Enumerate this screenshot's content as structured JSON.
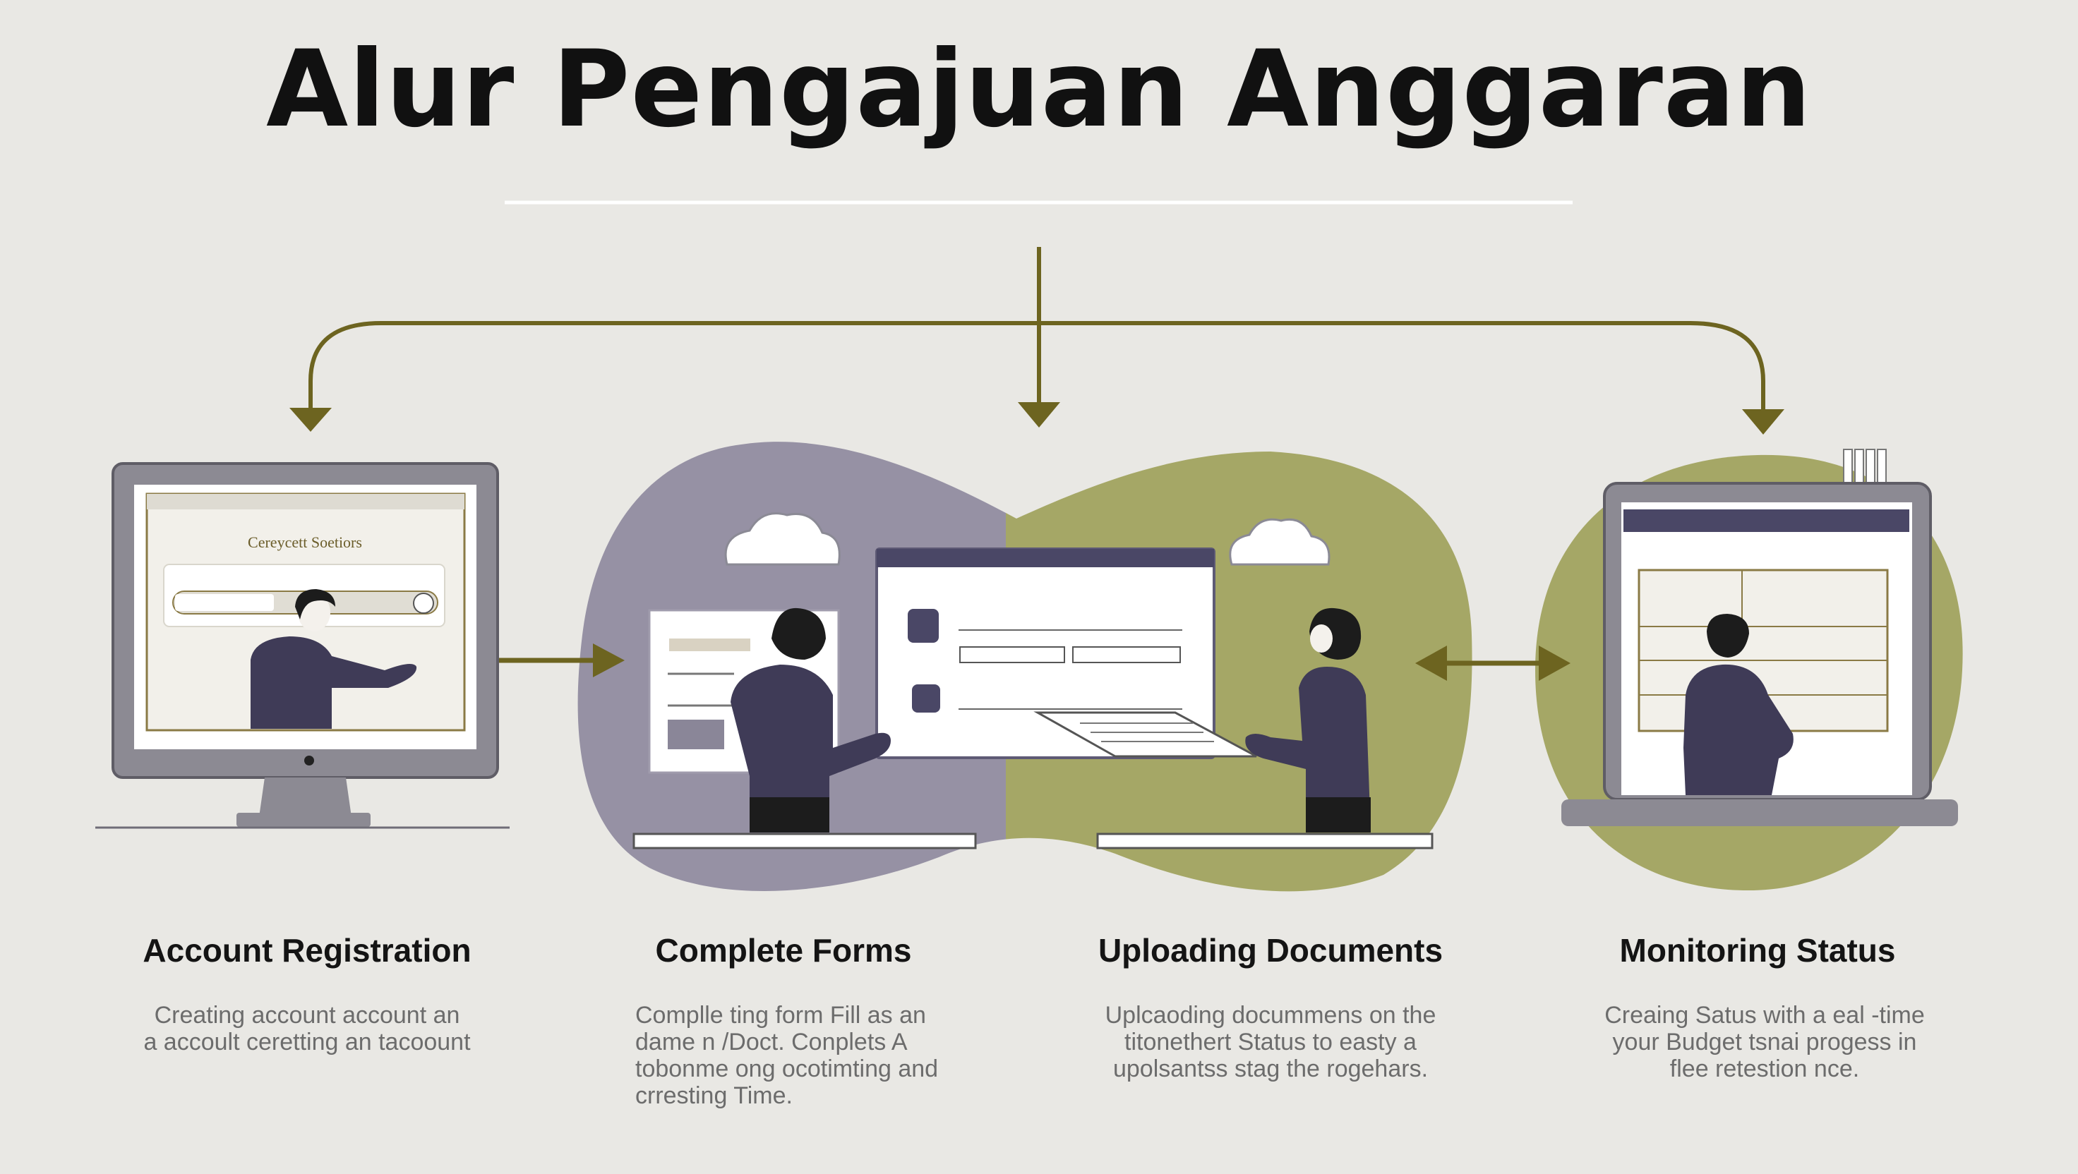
{
  "title": "Alur Pengajuan Anggaran",
  "colors": {
    "background": "#e9e8e4",
    "purple_blob": "#9691a4",
    "olive_blob": "#a5a766",
    "arrow": "#6d6420",
    "person": "#3f3b57",
    "screen_border": "#6f6d77"
  },
  "screens": {
    "registration_header": "Cereycett Soetiors"
  },
  "steps": [
    {
      "title": "Account Registration",
      "description": [
        "Creating account account an",
        "a accoult ceretting an tacoount"
      ]
    },
    {
      "title": "Complete Forms",
      "description": [
        "Complle ting form Fill as an",
        "dame n /Doct. Conplets    A",
        "tobonme ong ocotimting and",
        "crresting Time."
      ]
    },
    {
      "title": "Uploading Documents",
      "description": [
        "Uplcaoding docummens on the",
        "titonethert Status to easty a",
        "upolsantss stag the rogehars."
      ]
    },
    {
      "title": "Monitoring Status",
      "description": [
        "Creaing Satus with a eal -time",
        "your Budget tsnai progess in",
        "flee retestion nce."
      ]
    }
  ]
}
